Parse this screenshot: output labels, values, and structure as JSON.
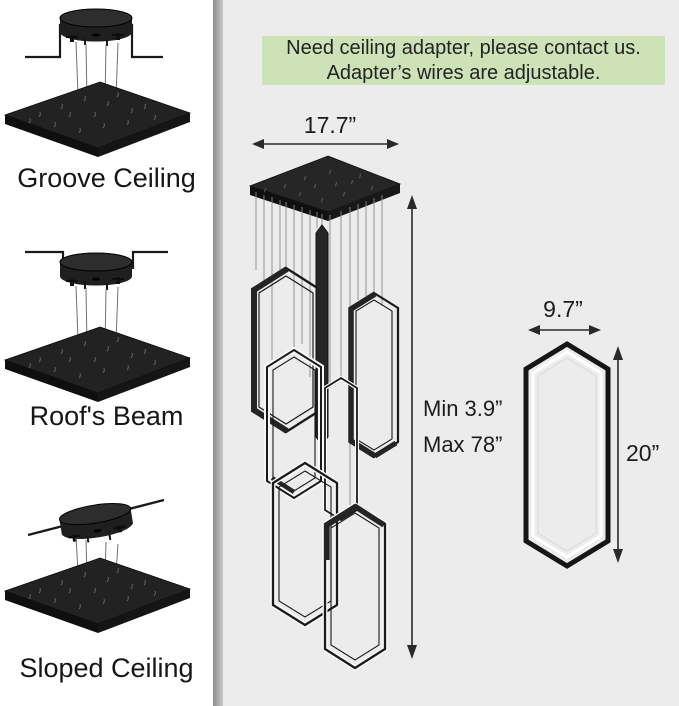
{
  "banner": {
    "line1": "Need ceiling adapter, please contact us.",
    "line2": "Adapter’s wires are adjustable."
  },
  "mounts": [
    {
      "label": "Groove Ceiling"
    },
    {
      "label": "Roof's Beam"
    },
    {
      "label": "Sloped Ceiling"
    }
  ],
  "dimensions": {
    "canopy_width": "17.7”",
    "height_min": "Min 3.9”",
    "height_max": "Max 78”",
    "pendant_width": "9.7”",
    "pendant_height": "20”"
  },
  "icons": {
    "canopy": "round-ceiling-canopy",
    "plate": "square-chandelier-plate",
    "pendant": "hexagon-ring-pendant"
  },
  "colors": {
    "banner_bg": "#cde3b7",
    "banner_text": "#232323",
    "panel_bg": "#ececec",
    "line": "#1a1a1a",
    "divider": "#9e9e9e",
    "fixture_black": "#1f1f1f"
  }
}
